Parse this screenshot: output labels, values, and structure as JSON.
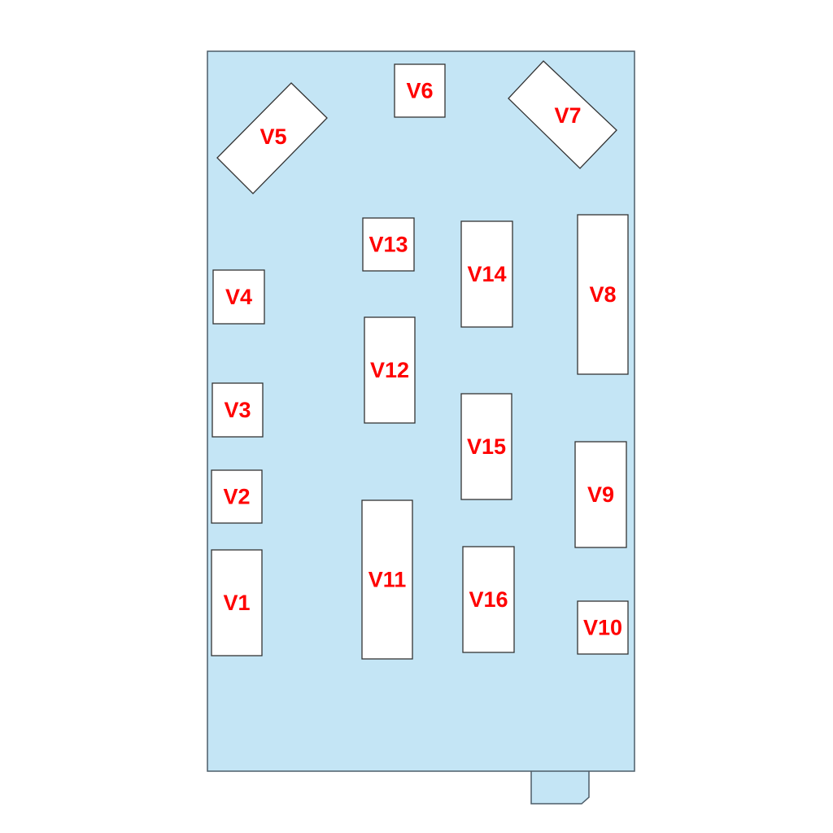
{
  "colors": {
    "room_fill": "#c4e5f5",
    "label": "#ff0000",
    "unit_fill": "#ffffff"
  },
  "units": [
    {
      "id": "V1",
      "label": "V1"
    },
    {
      "id": "V2",
      "label": "V2"
    },
    {
      "id": "V3",
      "label": "V3"
    },
    {
      "id": "V4",
      "label": "V4"
    },
    {
      "id": "V5",
      "label": "V5"
    },
    {
      "id": "V6",
      "label": "V6"
    },
    {
      "id": "V7",
      "label": "V7"
    },
    {
      "id": "V8",
      "label": "V8"
    },
    {
      "id": "V9",
      "label": "V9"
    },
    {
      "id": "V10",
      "label": "V10"
    },
    {
      "id": "V11",
      "label": "V11"
    },
    {
      "id": "V12",
      "label": "V12"
    },
    {
      "id": "V13",
      "label": "V13"
    },
    {
      "id": "V14",
      "label": "V14"
    },
    {
      "id": "V15",
      "label": "V15"
    },
    {
      "id": "V16",
      "label": "V16"
    }
  ]
}
